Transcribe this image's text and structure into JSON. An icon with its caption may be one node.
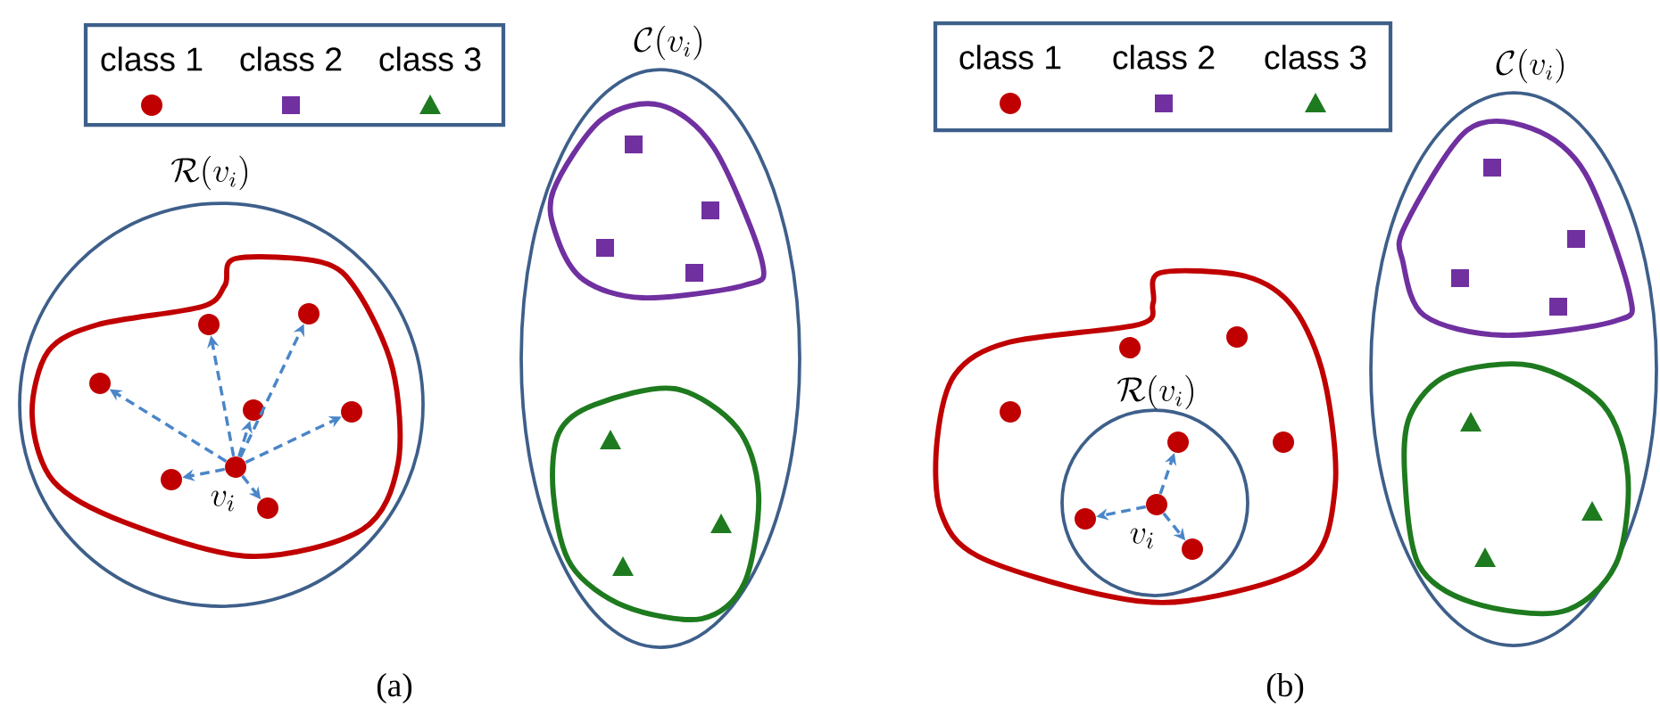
{
  "diagram": {
    "nodes": [
      {
        "text": [
          "\\mathcal{R}(v_i)"
        ]
      },
      {
        "text": [],
        "shape": "cloud",
        "in": 0
      },
      {
        "text": [],
        "shape": "circle",
        "in": 1,
        "beside": [
          "v_i"
        ]
      },
      {
        "text": [],
        "shape": "circle",
        "in": 1
      },
      {
        "text": [],
        "shape": "circle",
        "in": 1
      },
      {
        "text": [],
        "shape": "circle",
        "in": 1
      },
      {
        "text": [],
        "shape": "circle",
        "in": 1
      },
      {
        "text": [],
        "shape": "circle",
        "in": 1
      },
      {
        "text": [],
        "shape": "circle",
        "in": 1
      },
      {
        "text": [],
        "shape": "circle",
        "in": 1
      },
      {
        "text": [
          "\\mathcal{C}(v_i)"
        ]
      },
      {
        "text": [],
        "shape": "cloud",
        "in": 10
      },
      {
        "text": [],
        "shape": "cloud",
        "in": 10
      },
      {
        "text": [],
        "shape": "cloud"
      },
      {
        "text": [
          "\\mathcal{R}(v_i)"
        ],
        "in": 13
      },
      {
        "text": [],
        "shape": "circle",
        "in": 14,
        "beside": [
          "v_i"
        ]
      },
      {
        "text": [],
        "shape": "circle",
        "in": 14
      },
      {
        "text": [],
        "shape": "circle",
        "in": 14
      },
      {
        "text": [],
        "shape": "circle",
        "in": 14
      },
      {
        "text": [],
        "shape": "circle",
        "in": 13
      },
      {
        "text": [],
        "shape": "circle",
        "in": 13
      },
      {
        "text": [],
        "shape": "circle",
        "in": 13
      },
      {
        "text": [],
        "shape": "circle",
        "in": 13
      },
      {
        "text": [
          "\\mathcal{C}(v_i)"
        ]
      },
      {
        "text": [],
        "shape": "cloud",
        "in": 23
      },
      {
        "text": [],
        "shape": "cloud",
        "in": 23
      }
    ],
    "edges": [
      {
        "from": 2,
        "to": 3,
        "arrow": "to",
        "style": "dashed"
      },
      {
        "from": 2,
        "to": 4,
        "arrow": "to",
        "style": "dashed"
      },
      {
        "from": 2,
        "to": 5,
        "arrow": "to",
        "style": "dashed"
      },
      {
        "from": 2,
        "to": 6,
        "arrow": "to",
        "style": "dashed"
      },
      {
        "from": 2,
        "to": 7,
        "arrow": "to",
        "style": "dashed"
      },
      {
        "from": 2,
        "to": 8,
        "arrow": "to",
        "style": "dashed"
      },
      {
        "from": 2,
        "to": 9,
        "arrow": "to",
        "style": "dashed"
      },
      {
        "from": 15,
        "to": 16,
        "arrow": "to",
        "style": "dashed"
      },
      {
        "from": 15,
        "to": 17,
        "arrow": "to",
        "style": "dashed"
      },
      {
        "from": 15,
        "to": 18,
        "arrow": "to",
        "style": "dashed"
      }
    ],
    "labels": [
      "(a)",
      "(b)"
    ],
    "legend": [
      {
        "text": "class 1",
        "color": "#c00000"
      },
      {
        "text": "class 2",
        "color": "#7030a0"
      },
      {
        "text": "class 3",
        "color": "#1e7a1e"
      },
      {
        "text": "class 1",
        "color": "#c00000"
      },
      {
        "text": "class 2",
        "color": "#7030a0"
      },
      {
        "text": "class 3",
        "color": "#1e7a1e"
      }
    ]
  }
}
